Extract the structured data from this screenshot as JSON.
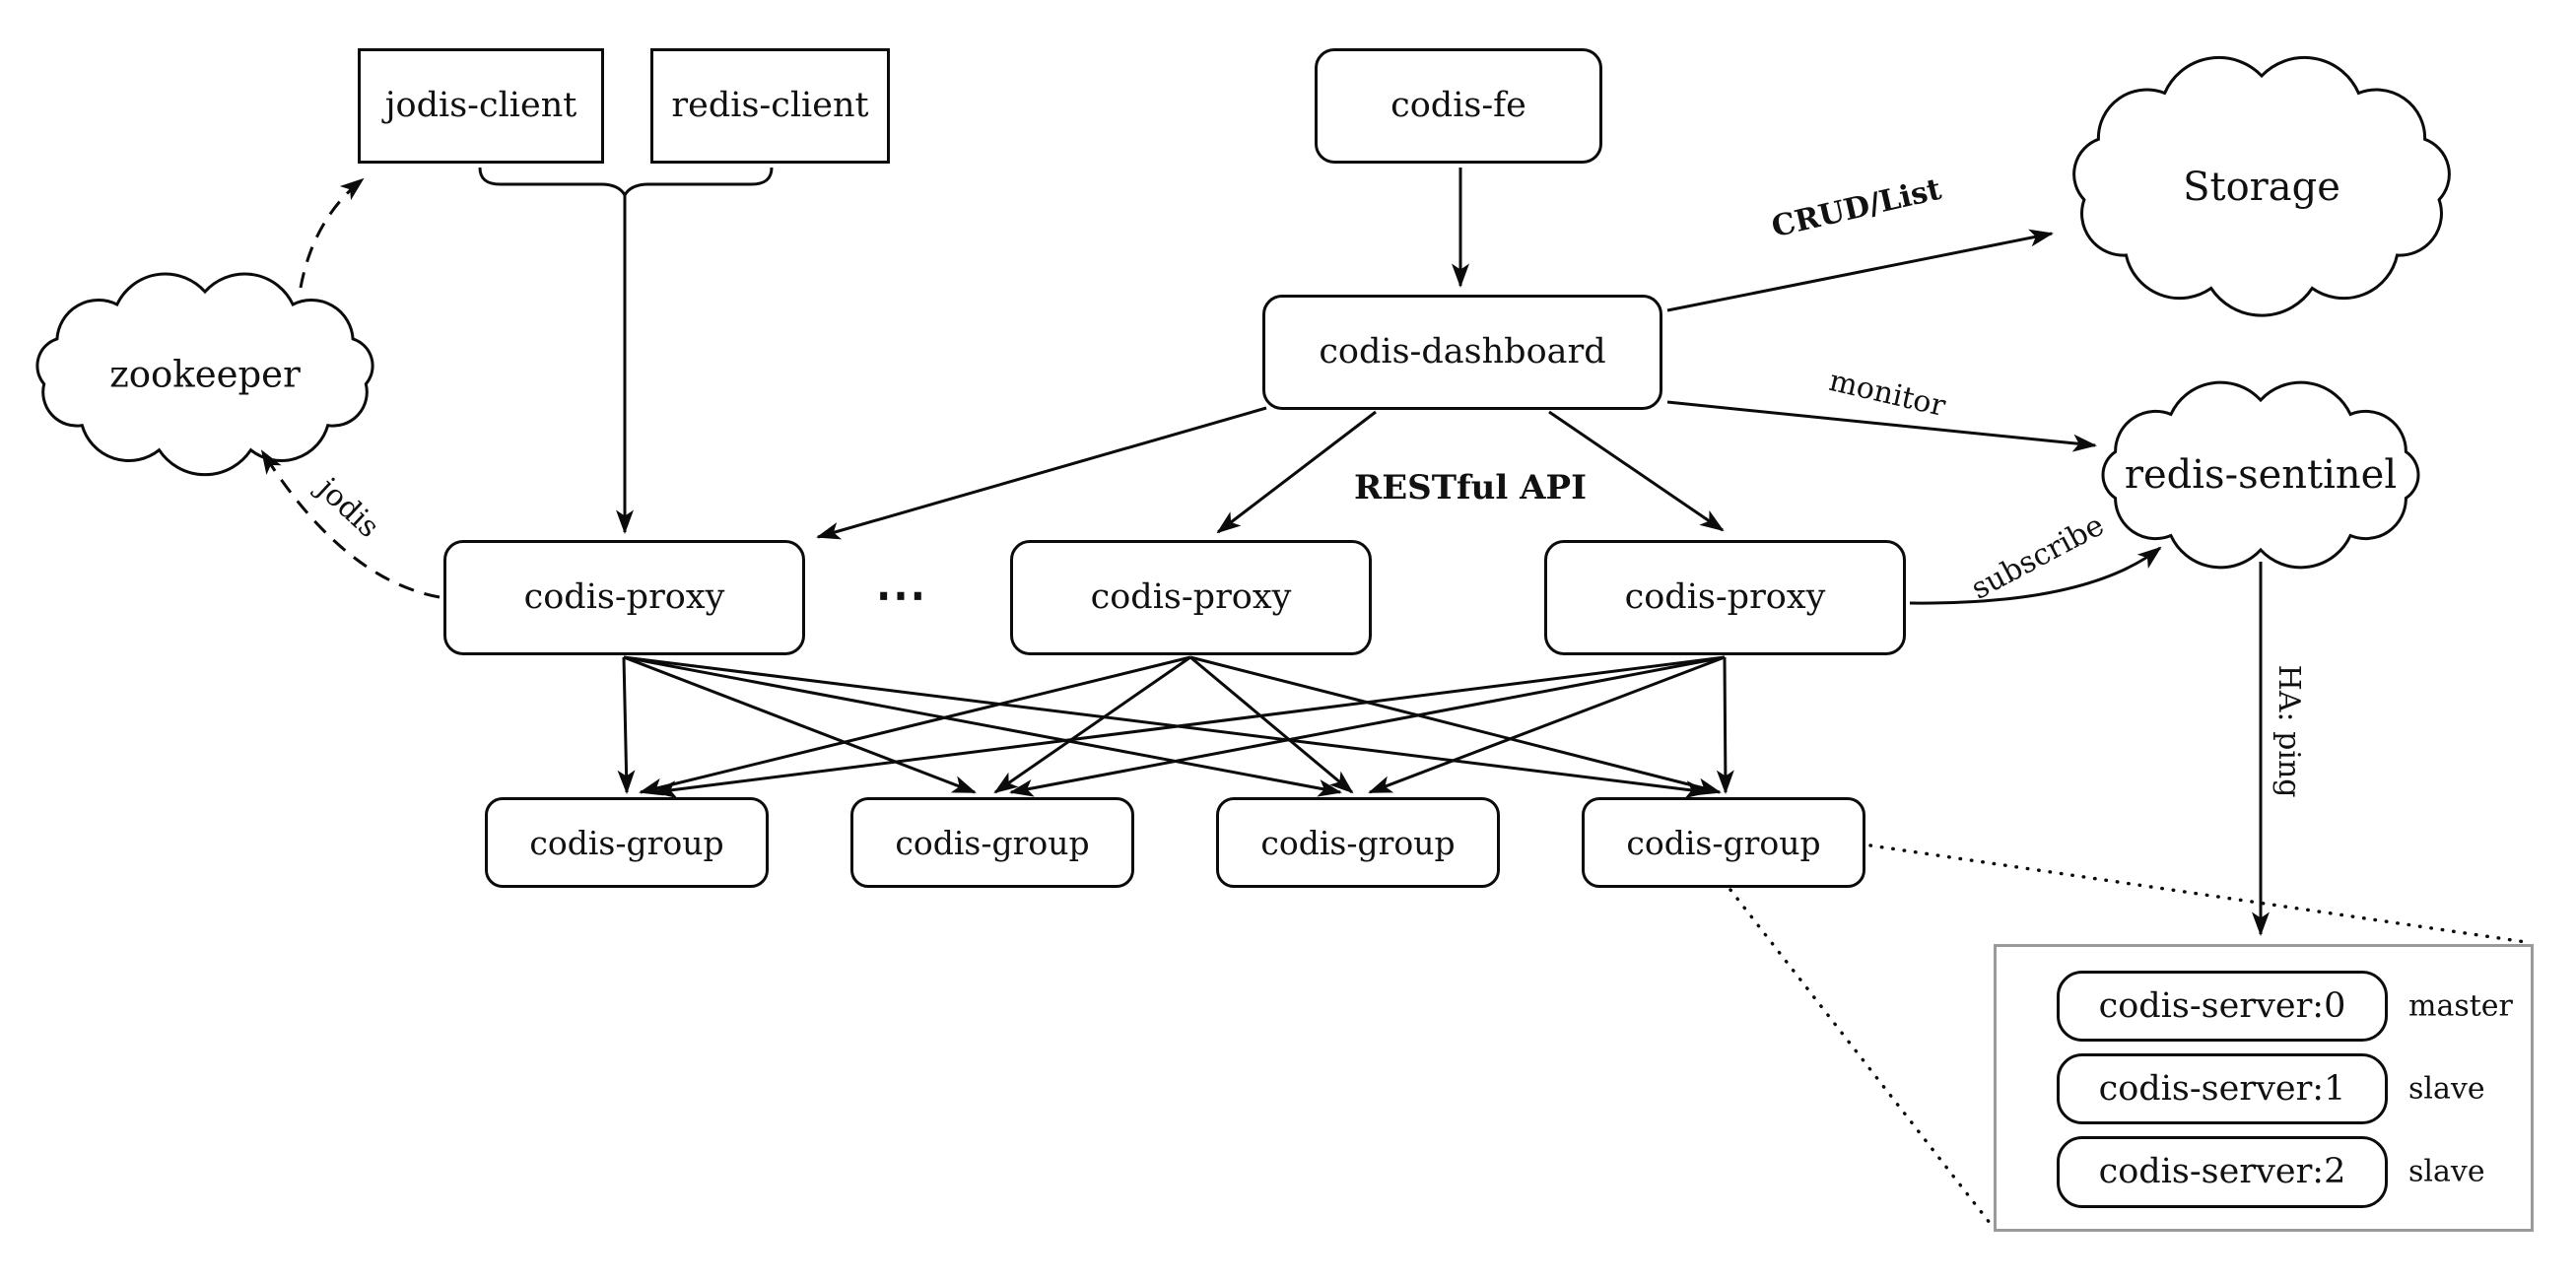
{
  "nodes": {
    "jodis_client": {
      "label": "jodis-client"
    },
    "redis_client": {
      "label": "redis-client"
    },
    "codis_fe": {
      "label": "codis-fe"
    },
    "storage": {
      "label": "Storage"
    },
    "zookeeper": {
      "label": "zookeeper"
    },
    "codis_dashboard": {
      "label": "codis-dashboard"
    },
    "redis_sentinel": {
      "label": "redis-sentinel"
    },
    "proxies": [
      {
        "label": "codis-proxy"
      },
      {
        "label": "codis-proxy"
      },
      {
        "label": "codis-proxy"
      }
    ],
    "proxy_ellipsis": "⋯",
    "groups": [
      {
        "label": "codis-group"
      },
      {
        "label": "codis-group"
      },
      {
        "label": "codis-group"
      },
      {
        "label": "codis-group"
      }
    ],
    "servers": [
      {
        "label": "codis-server:0",
        "role": "master"
      },
      {
        "label": "codis-server:1",
        "role": "slave"
      },
      {
        "label": "codis-server:2",
        "role": "slave"
      }
    ]
  },
  "edge_labels": {
    "crud_list": "CRUD/List",
    "monitor": "monitor",
    "restful_api": "RESTful API",
    "subscribe": "subscribe",
    "jodis": "jodis",
    "ha_ping": "HA: ping"
  },
  "colors": {
    "stroke": "#0b0b0b",
    "server_panel_border": "#9a9a9a",
    "background": "#ffffff"
  }
}
